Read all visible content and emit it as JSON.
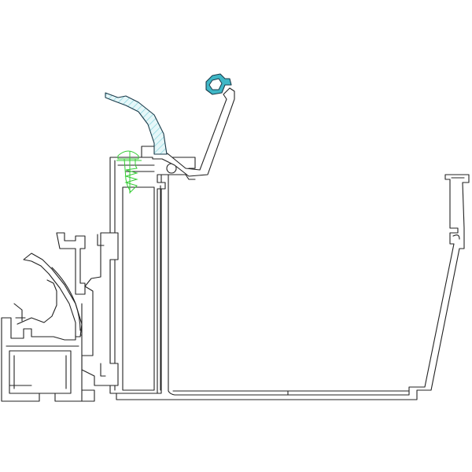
{
  "drawing": {
    "line_color": "#222222",
    "hatch_color": "#7fd3dc",
    "hatch_fill": "#e6f7f9",
    "gasket_color": "#3fb7c6",
    "screw_color": "#33cc33",
    "background": "#ffffff"
  },
  "parts": [
    {
      "id": "gutter-channel"
    },
    {
      "id": "mullion-column"
    },
    {
      "id": "glazing-cap"
    },
    {
      "id": "top-gasket"
    },
    {
      "id": "fixing-screw"
    },
    {
      "id": "thermal-break-insert"
    },
    {
      "id": "window-frame"
    },
    {
      "id": "glazing-bead"
    }
  ]
}
